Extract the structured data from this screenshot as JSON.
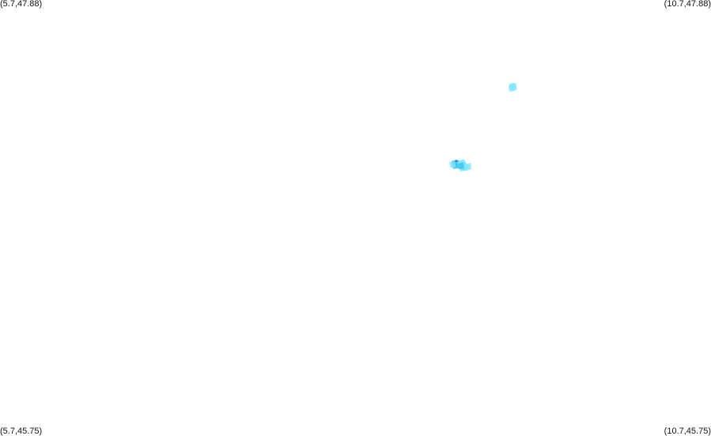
{
  "corners": {
    "top_left": "(5.7,47.88)",
    "top_right": "(10.7,47.88)",
    "bottom_left": "(5.7,45.75)",
    "bottom_right": "(10.7,45.75)"
  },
  "colors": {
    "background": "#ffffff",
    "light": "#7fe8ff",
    "medium": "#3fc6f0",
    "dark": "#1a7fd0"
  },
  "cells": [
    {
      "lon": 9.3,
      "lat": 47.46,
      "level": "light"
    },
    {
      "lon": 9.31,
      "lat": 47.455,
      "level": "light"
    },
    {
      "lon": 9.295,
      "lat": 47.45,
      "level": "light"
    },
    {
      "lon": 8.895,
      "lat": 47.083,
      "level": "dark"
    },
    {
      "lon": 8.905,
      "lat": 47.08,
      "level": "dark"
    },
    {
      "lon": 8.915,
      "lat": 47.077,
      "level": "medium"
    },
    {
      "lon": 8.9,
      "lat": 47.072,
      "level": "medium"
    },
    {
      "lon": 8.925,
      "lat": 47.074,
      "level": "medium"
    },
    {
      "lon": 8.935,
      "lat": 47.08,
      "level": "light"
    },
    {
      "lon": 8.945,
      "lat": 47.085,
      "level": "light"
    },
    {
      "lon": 8.955,
      "lat": 47.078,
      "level": "light"
    },
    {
      "lon": 8.96,
      "lat": 47.068,
      "level": "light"
    },
    {
      "lon": 8.95,
      "lat": 47.06,
      "level": "light"
    },
    {
      "lon": 8.97,
      "lat": 47.062,
      "level": "light"
    },
    {
      "lon": 8.99,
      "lat": 47.067,
      "level": "light"
    },
    {
      "lon": 8.88,
      "lat": 47.079,
      "level": "light"
    },
    {
      "lon": 8.94,
      "lat": 47.07,
      "level": "medium"
    }
  ]
}
